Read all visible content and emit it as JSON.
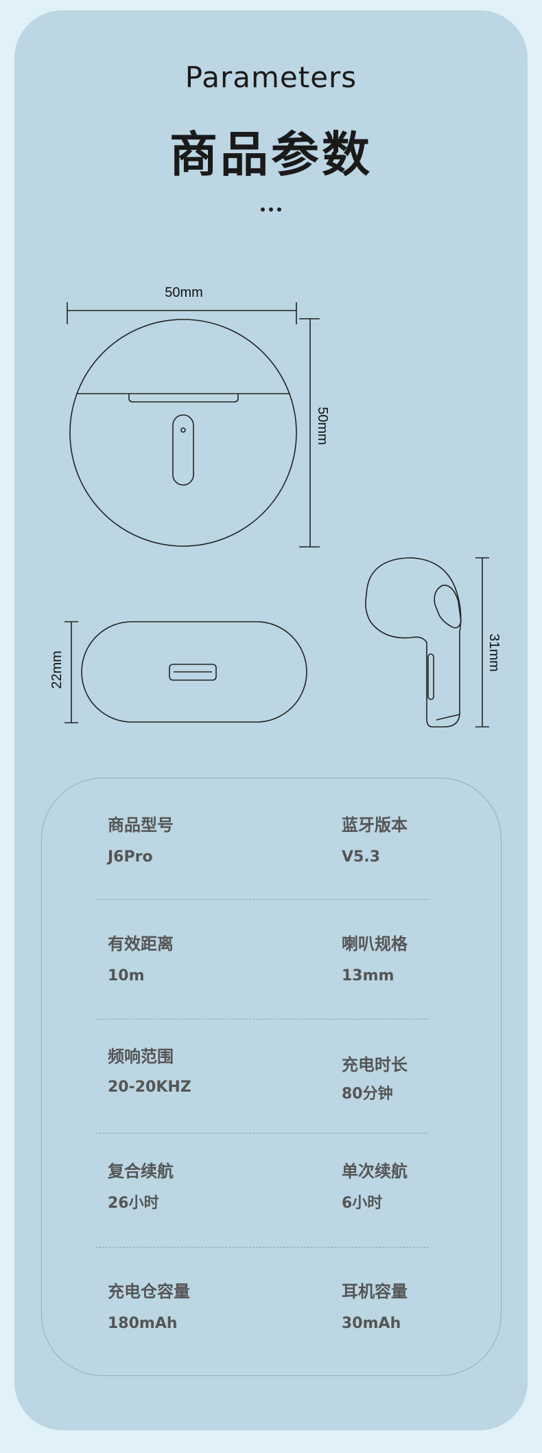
{
  "header": {
    "title_en": "Parameters",
    "title_cn": "商品参数"
  },
  "dimensions": {
    "case_width": "50mm",
    "case_height": "50mm",
    "case_depth": "22mm",
    "earbud_height": "31mm"
  },
  "specs": [
    {
      "label": "商品型号",
      "value": "J6Pro"
    },
    {
      "label": "蓝牙版本",
      "value": "V5.3"
    },
    {
      "label": "有效距离",
      "value": "10m"
    },
    {
      "label": "喇叭规格",
      "value": "13mm"
    },
    {
      "label": "频响范围",
      "value": "20-20KHZ"
    },
    {
      "label": "充电时长",
      "value": "80分钟"
    },
    {
      "label": "复合续航",
      "value": "26小时"
    },
    {
      "label": "单次续航",
      "value": "6小时"
    },
    {
      "label": "充电仓容量",
      "value": "180mAh"
    },
    {
      "label": "耳机容量",
      "value": "30mAh"
    }
  ],
  "colors": {
    "page_background": "#e0f1f8",
    "panel_background": "#bcd6e3",
    "line_color": "#222222",
    "text_gray": "#555555"
  }
}
